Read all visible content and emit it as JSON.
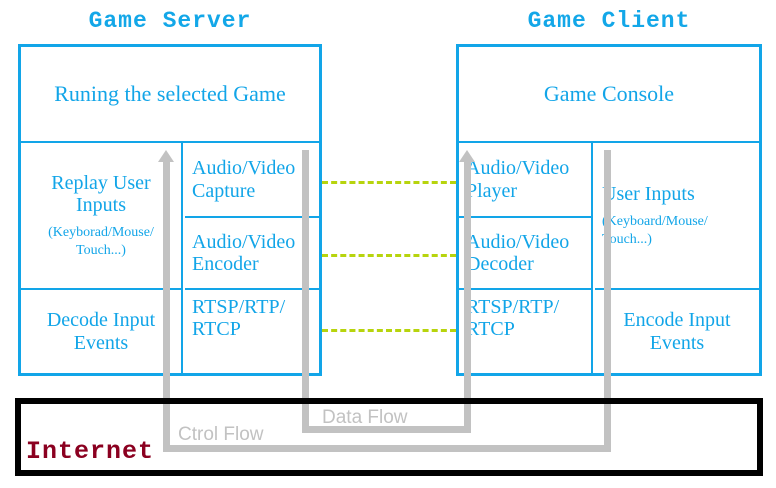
{
  "diagram": {
    "background": "#ffffff",
    "accent_blue": "#12a5e8",
    "flow_gray": "#c2c2c2",
    "link_green": "#b7d40d",
    "internet_red": "#8b0020",
    "internet_border": "#000000"
  },
  "server": {
    "title": "Game Server",
    "header": "Runing the selected Game",
    "left_column": [
      {
        "main": "Replay User Inputs",
        "sub": "(Keyborad/Mouse/ Touch...)"
      },
      {
        "main": "Decode Input Events",
        "sub": ""
      }
    ],
    "right_column": [
      {
        "main": "Audio/Video Capture"
      },
      {
        "main": "Audio/Video Encoder"
      },
      {
        "main": "RTSP/RTP/ RTCP"
      }
    ]
  },
  "client": {
    "title": "Game Client",
    "header": "Game Console",
    "left_column": [
      {
        "main": "Audio/Video Player"
      },
      {
        "main": "Audio/Video Decoder"
      },
      {
        "main": "RTSP/RTP/ RTCP"
      }
    ],
    "right_column": [
      {
        "main": "User Inputs",
        "sub": "(Keyboard/Mouse/ Touch...)"
      },
      {
        "main": "Encode Input Events",
        "sub": ""
      }
    ]
  },
  "internet": {
    "label": "Internet"
  },
  "flows": [
    {
      "name": "ctrol-flow",
      "label": "Ctrol Flow",
      "direction": "client-to-server"
    },
    {
      "name": "data-flow",
      "label": "Data Flow",
      "direction": "server-to-client"
    }
  ],
  "links": [
    {
      "name": "av-link-capture-player"
    },
    {
      "name": "av-link-encoder-decoder"
    },
    {
      "name": "av-link-rtsp-rtsp"
    }
  ]
}
